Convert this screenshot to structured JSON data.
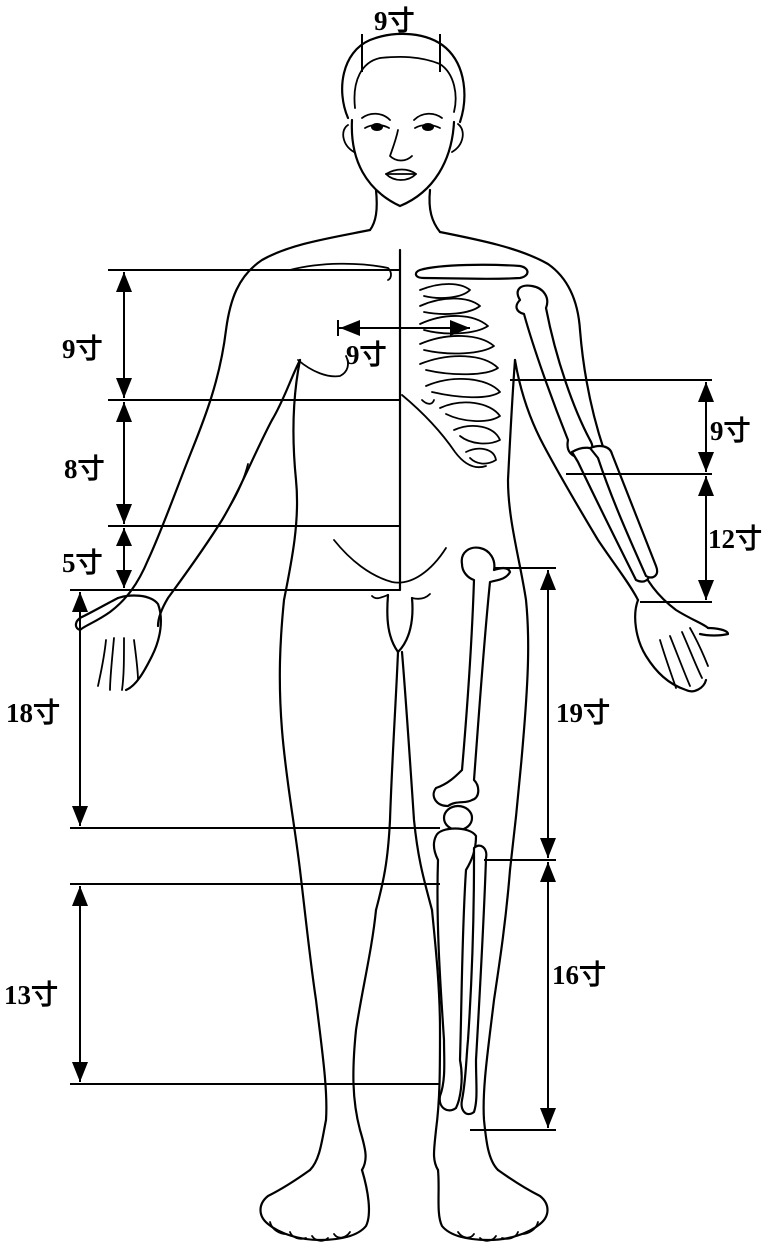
{
  "measurements": {
    "head_width": "9寸",
    "upper_chest": "9寸",
    "nipple_width": "9寸",
    "upper_abdomen": "8寸",
    "lower_abdomen": "5寸",
    "thigh_inner": "18寸",
    "shin_inner": "13寸",
    "upper_arm": "9寸",
    "forearm": "12寸",
    "thigh_outer": "19寸",
    "shin_outer": "16寸"
  }
}
